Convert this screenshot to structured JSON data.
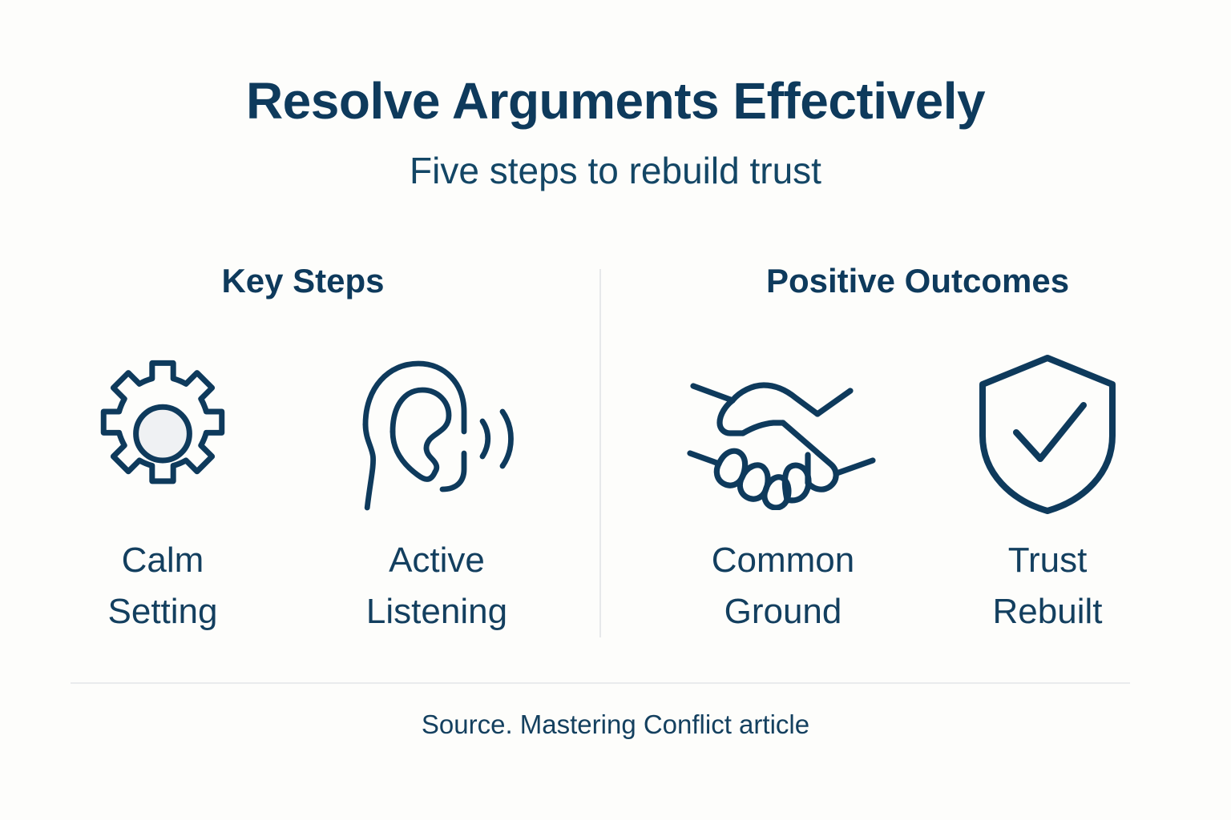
{
  "header": {
    "title": "Resolve Arguments Effectively",
    "subtitle": "Five steps to rebuild trust"
  },
  "colors": {
    "navy": "#0E3A5C",
    "text_navy": "#133F5F",
    "background": "#FDFDFB",
    "divider": "#E6E8EA",
    "gear_center_fill": "#EFF1F3"
  },
  "columns": [
    {
      "heading": "Key Steps",
      "items": [
        {
          "icon": "gear-icon",
          "label": "Calm\nSetting"
        },
        {
          "icon": "ear-listening-icon",
          "label": "Active\nListening"
        }
      ]
    },
    {
      "heading": "Positive Outcomes",
      "items": [
        {
          "icon": "handshake-icon",
          "label": "Common\nGround"
        },
        {
          "icon": "shield-check-icon",
          "label": "Trust\nRebuilt"
        }
      ]
    }
  ],
  "footer": {
    "source": "Source. Mastering Conflict article"
  }
}
